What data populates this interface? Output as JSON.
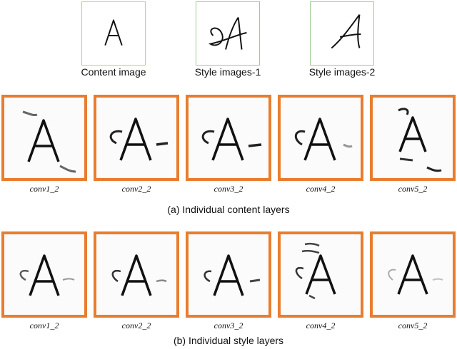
{
  "top": {
    "content_label": "Content image",
    "style1_label": "Style images-1",
    "style2_label": "Style images-2"
  },
  "rows": [
    {
      "caption": "(a) Individual content layers",
      "layers": [
        "conv1_2",
        "conv2_2",
        "conv3_2",
        "conv4_2",
        "conv5_2"
      ]
    },
    {
      "caption": "(b) Individual style layers",
      "layers": [
        "conv1_2",
        "conv2_2",
        "conv3_2",
        "conv4_2",
        "conv5_2"
      ]
    }
  ],
  "colors": {
    "frame": "#e87d2f",
    "content_border": "#f2b48a",
    "style_border": "#9fca8d",
    "ink": "#111111"
  }
}
